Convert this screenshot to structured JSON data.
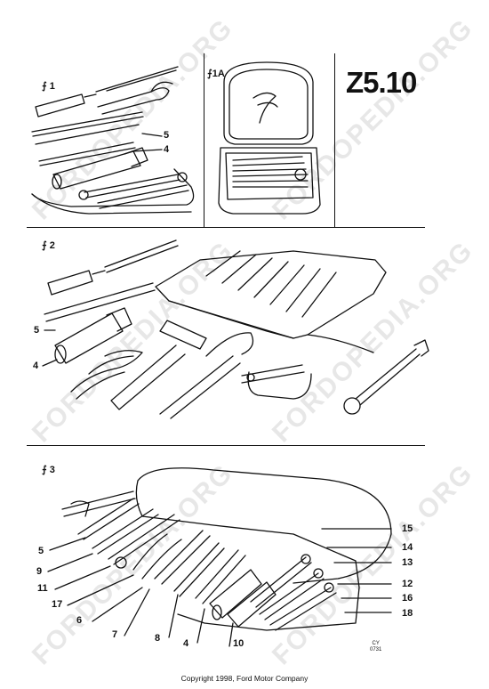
{
  "page_code": "Z5.10",
  "panels": {
    "p1": "1",
    "p1a": "1A",
    "p2": "2",
    "p3": "3"
  },
  "callouts_p1": [
    "5",
    "4"
  ],
  "callouts_p2": [
    "5",
    "4"
  ],
  "callouts_p3": [
    "5",
    "9",
    "11",
    "17",
    "6",
    "7",
    "8",
    "4",
    "10",
    "15",
    "14",
    "13",
    "12",
    "16",
    "18"
  ],
  "drawing_ref": [
    "CY",
    "0731"
  ],
  "footer": "Copyright 1998, Ford Motor Company",
  "watermark": "FORDOPEDIA.ORG"
}
